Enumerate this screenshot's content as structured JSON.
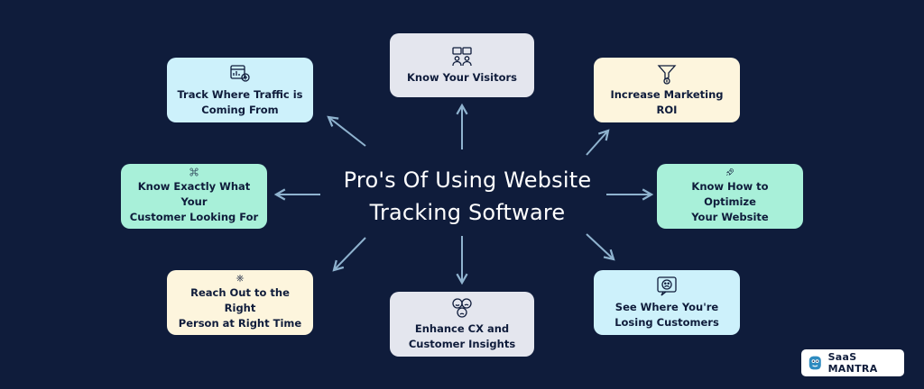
{
  "title": {
    "line1": "Pro's Of Using Website",
    "line2": "Tracking Software"
  },
  "benefits": [
    {
      "label": "Know Your Visitors",
      "icon": "visitors-icon",
      "color": "#e4e6ee"
    },
    {
      "label": "Increase Marketing ROI",
      "icon": "funnel-dollar-icon",
      "color": "#fdf5dd"
    },
    {
      "label": "Know How to Optimize\nYour Website",
      "icon": "rocket-icon",
      "color": "#a8f0d9"
    },
    {
      "label": "See Where You're\nLosing Customers",
      "icon": "sad-chat-icon",
      "color": "#cdf1fb"
    },
    {
      "label": "Enhance CX and\nCustomer Insights",
      "icon": "emotions-icon",
      "color": "#e4e6ee"
    },
    {
      "label": "Reach Out to the Right\nPerson at Right Time",
      "icon": "target-network-icon",
      "color": "#fdf5dd"
    },
    {
      "label": "Know Exactly What Your\nCustomer Looking For",
      "icon": "customer-network-icon",
      "color": "#a8f0d9"
    },
    {
      "label": "Track Where Traffic is\nComing From",
      "icon": "traffic-dashboard-icon",
      "color": "#cdf1fb"
    }
  ],
  "logo": {
    "text": "SaaS MANTRA",
    "icon": "mascot-icon"
  }
}
